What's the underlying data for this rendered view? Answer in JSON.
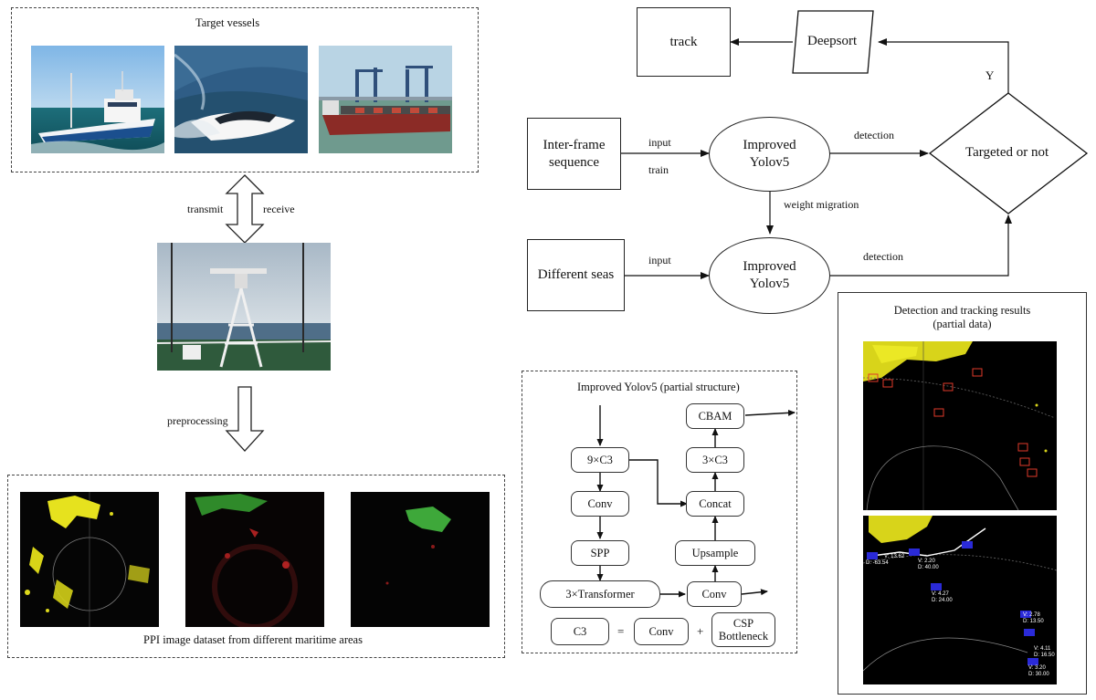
{
  "top_left": {
    "title": "Target vessels",
    "photos": [
      "fishing-vessel",
      "speed-yacht",
      "cargo-ship"
    ]
  },
  "transfer": {
    "transmit": "transmit",
    "receive": "receive"
  },
  "preprocessing": "preprocessing",
  "ppi": {
    "caption": "PPI image dataset from different maritime areas"
  },
  "flow": {
    "track": "track",
    "deepsort": "Deepsort",
    "y_label": "Y",
    "inter_frame": "Inter-frame sequence",
    "input_1": "input",
    "train": "train",
    "improved_1": "Improved Yolov5",
    "detection_1": "detection",
    "decision": "Targeted or not",
    "weight_migration": "weight migration",
    "different_seas": "Different seas",
    "input_2": "input",
    "improved_2": "Improved Yolov5",
    "detection_2": "detection"
  },
  "structure": {
    "title": "Improved Yolov5 (partial structure)",
    "nodes": {
      "c3_9": "9×C3",
      "conv_a": "Conv",
      "spp": "SPP",
      "transformer": "3×Transformer",
      "cbam": "CBAM",
      "c3_3": "3×C3",
      "concat": "Concat",
      "upsample": "Upsample",
      "conv_b": "Conv"
    },
    "legend": {
      "c3": "C3",
      "eq": "=",
      "conv": "Conv",
      "plus": "+",
      "csp": "CSP Bottleneck"
    }
  },
  "results": {
    "title_line1": "Detection and tracking results",
    "title_line2": "(partial data)",
    "labels_bottom": [
      "V: 13.62",
      "D: -63.54",
      "V: 2.20",
      "D: 40.00",
      "V: 4.27",
      "D: 24.00",
      "V: 2.78",
      "D: 13.50",
      "V: 3.20",
      "D: 30.00",
      "V: 4.11",
      "D: 16.50"
    ]
  }
}
